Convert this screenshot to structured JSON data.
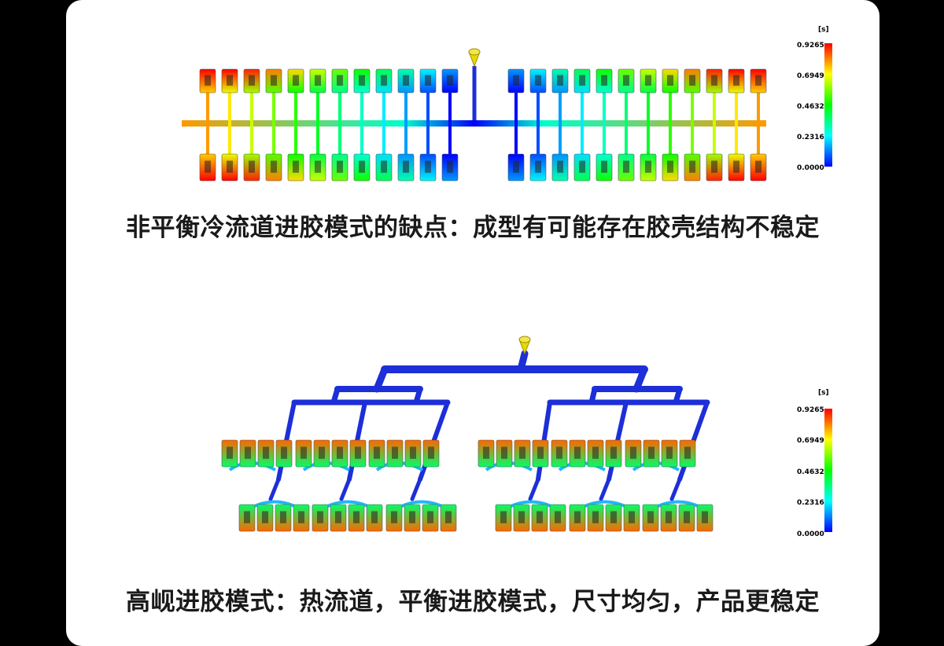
{
  "top": {
    "caption": "非平衡冷流道进胶模式的缺点：成型有可能存在胶壳结构不稳定",
    "legend": {
      "unit": "[s]",
      "ticks": [
        "0.9265",
        "0.6949",
        "0.4632",
        "0.2316",
        "0.0000"
      ]
    }
  },
  "bottom": {
    "caption": "高岘进胶模式：热流道，平衡进胶模式，尺寸均匀，产品更稳定",
    "legend": {
      "unit": "[s]",
      "ticks": [
        "0.9265",
        "0.6949",
        "0.4632",
        "0.2316",
        "0.0000"
      ]
    }
  },
  "colors": {
    "background": "#000000",
    "card": "#ffffff",
    "runner_blue": "#1c2fd8",
    "sprue": "#e8d800",
    "scale": [
      "#ff0000",
      "#ffff00",
      "#00ff00",
      "#00ffff",
      "#0000ff"
    ]
  }
}
